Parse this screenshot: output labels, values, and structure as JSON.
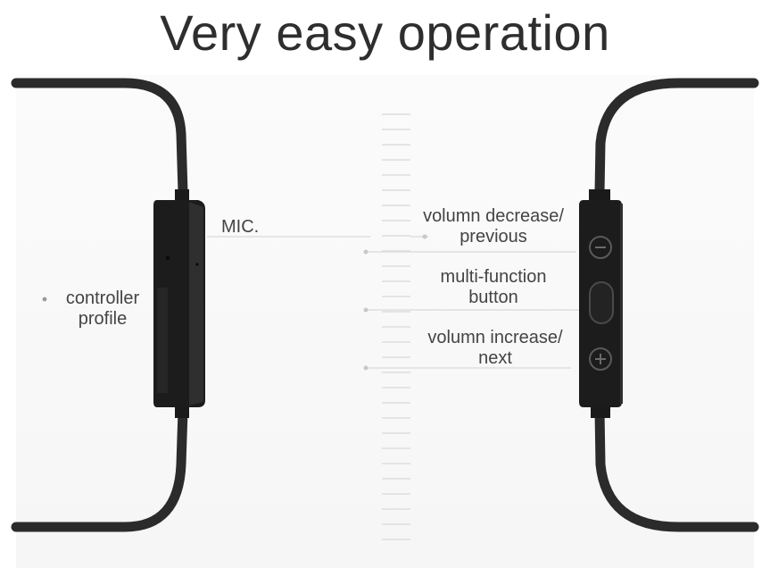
{
  "title": "Very easy operation",
  "labels": {
    "mic": "MIC.",
    "controller_line1": "controller",
    "controller_line2": "profile",
    "vol_down_line1": "volumn decrease/",
    "vol_down_line2": "previous",
    "multi_line1": "multi-function",
    "multi_line2": "button",
    "vol_up_line1": "volumn increase/",
    "vol_up_line2": "next"
  },
  "icons": {
    "minus": "minus-icon",
    "plus": "plus-icon",
    "bullet": "bullet-icon"
  },
  "colors": {
    "cable": "#2b2b2b",
    "remote_body": "#1c1c1c",
    "line": "#d9d9d9",
    "text": "#444444"
  }
}
